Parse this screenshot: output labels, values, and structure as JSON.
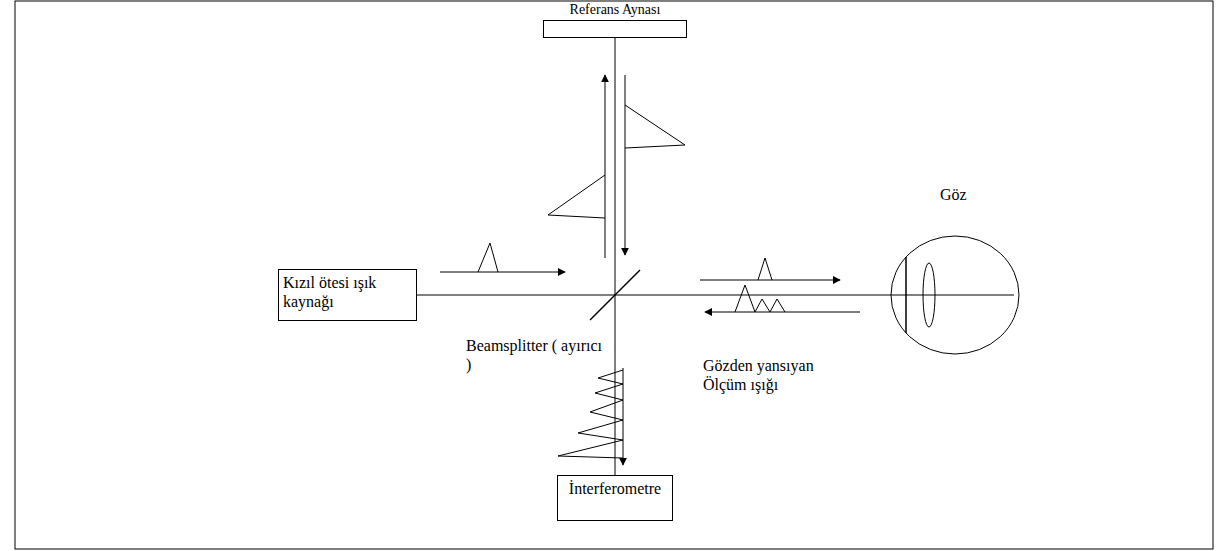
{
  "diagram": {
    "nodes": [
      {
        "text": [
          "Referans Aynası"
        ]
      },
      {
        "text": [
          "Kızıl ötesi ışık kaynağı"
        ]
      },
      {
        "text": [
          "Göz"
        ]
      },
      {
        "text": [
          "İnterferometre"
        ]
      }
    ],
    "edges": [
      {
        "from": 1,
        "to": 2,
        "arrow": "none"
      },
      {
        "from": 0,
        "to": 3,
        "arrow": "none"
      }
    ],
    "labels": [
      "Beamsplitter ( ayırıcı )",
      "Gözden yansıyan Ölçüm ışığı"
    ]
  }
}
